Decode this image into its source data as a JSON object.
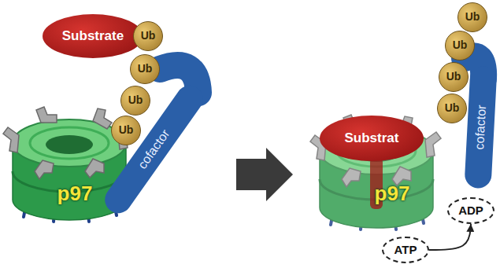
{
  "diagram": {
    "nodes": [
      {
        "text": [
          "Substrate"
        ]
      },
      {
        "text": [
          "Ub"
        ]
      },
      {
        "text": [
          "Ub"
        ]
      },
      {
        "text": [
          "Ub"
        ]
      },
      {
        "text": [
          "Ub"
        ]
      },
      {
        "text": [
          "cofactor"
        ]
      },
      {
        "text": [
          "p97"
        ]
      },
      {
        "text": [
          "Substrat"
        ]
      },
      {
        "text": [
          "Ub"
        ]
      },
      {
        "text": [
          "Ub"
        ]
      },
      {
        "text": [
          "Ub"
        ]
      },
      {
        "text": [
          "Ub"
        ]
      },
      {
        "text": [
          "cofactor"
        ]
      },
      {
        "text": [
          "p97"
        ]
      },
      {
        "text": [
          "ATP"
        ]
      },
      {
        "text": [
          "ADP"
        ]
      }
    ],
    "edges": [
      {
        "from": 14,
        "to": 15,
        "arrow": "to"
      }
    ]
  }
}
